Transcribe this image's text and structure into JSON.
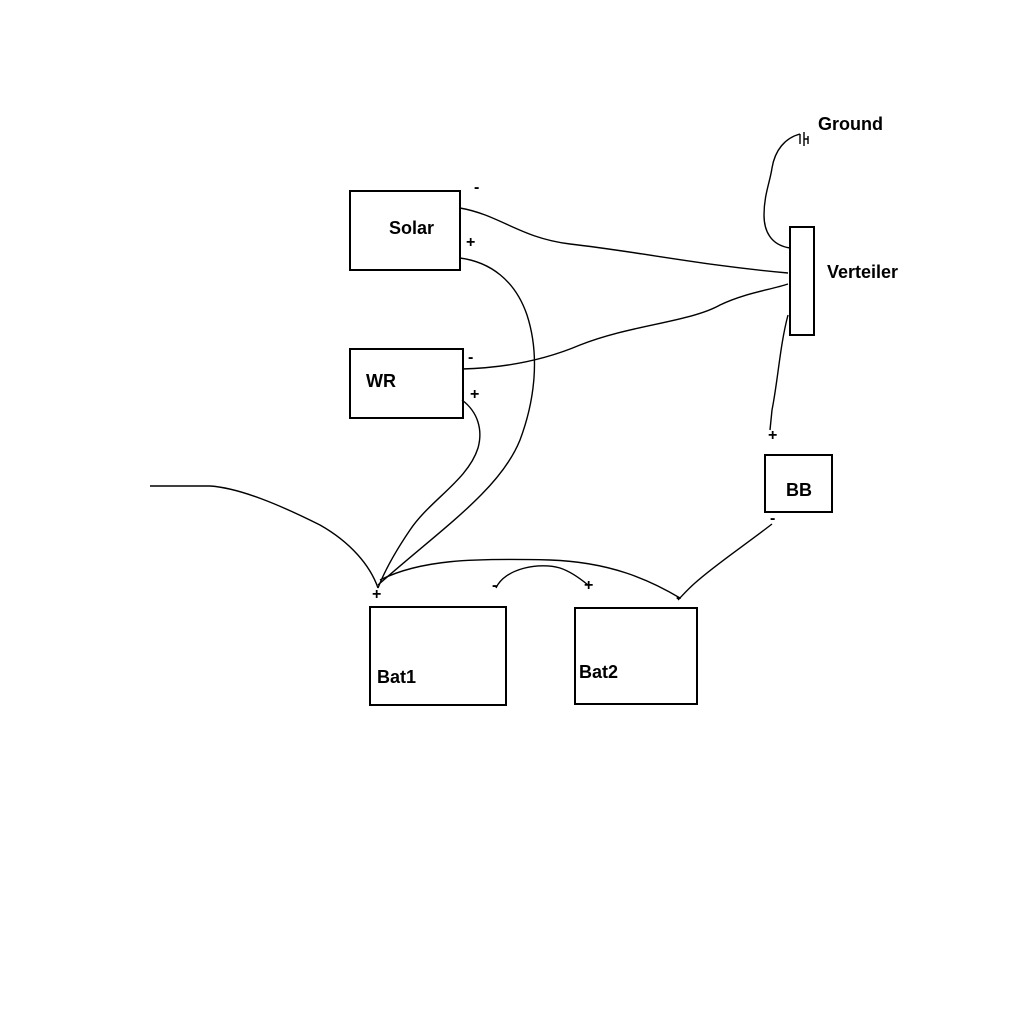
{
  "components": {
    "solar": {
      "label": "Solar",
      "minus": "-",
      "plus": "+"
    },
    "wr": {
      "label": "WR",
      "minus": "-",
      "plus": "+"
    },
    "verteiler": {
      "label": "Verteiler"
    },
    "ground": {
      "label": "Ground"
    },
    "bb": {
      "label": "BB",
      "plus": "+",
      "minus": "-"
    },
    "bat1": {
      "label": "Bat1",
      "plus": "+"
    },
    "bat2": {
      "label": "Bat2",
      "minus": "-",
      "plus": "+",
      "minus2": "-"
    }
  }
}
